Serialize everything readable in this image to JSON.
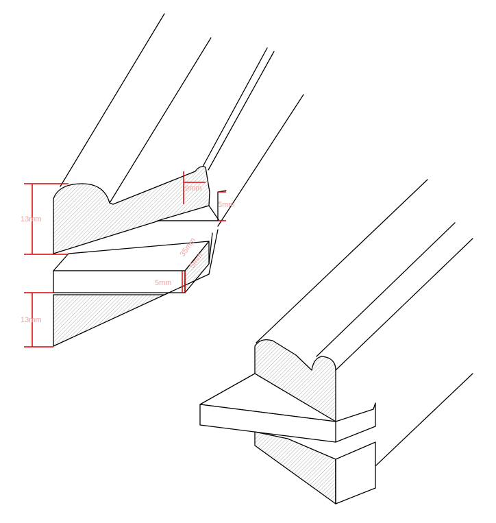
{
  "dimensions": {
    "top_height": "13mm",
    "bottom_height": "13mm",
    "rebate_top": "9mm",
    "rebate_side": "5mm",
    "board_thickness": "5mm",
    "board_width": "35mm",
    "board_inner": "5mm"
  },
  "colors": {
    "line": "#000000",
    "dimension_line": "#e00000",
    "dimension_text": "#f0a0a0",
    "hatch": "#8a8a8a"
  }
}
